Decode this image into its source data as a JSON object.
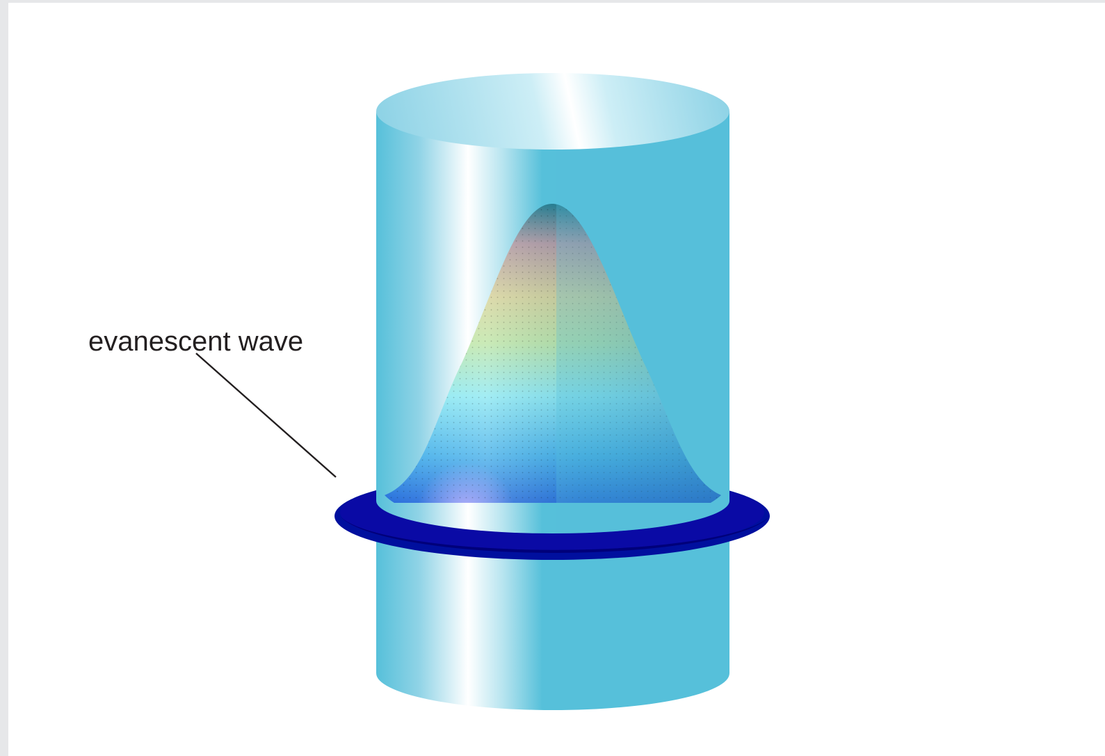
{
  "annotation": {
    "label": "evanescent wave"
  },
  "colors": {
    "fiber": "#56c0da",
    "fiber_highlight": "#ffffff",
    "ring": "#0a0a99",
    "ring_dark": "#00007a",
    "line": "#231f20"
  },
  "icons": [
    "optical-fiber-cylinder",
    "gaussian-mode-surface",
    "evanescent-ring"
  ]
}
